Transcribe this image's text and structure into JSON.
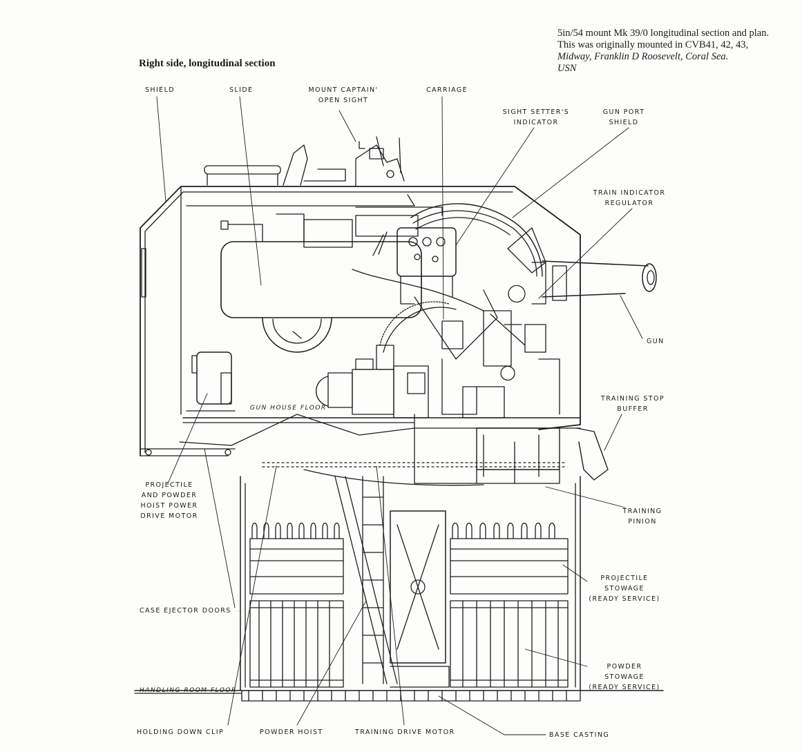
{
  "page_title": "Right side, longitudinal section",
  "caption": {
    "line1": "5in/54 mount Mk 39/0 longitudinal section and plan.",
    "line2": "This was originally mounted in CVB41, 42, 43,",
    "line3": "Midway, Franklin D Roosevelt, Coral Sea.",
    "line4": "USN"
  },
  "labels": {
    "shield": "SHIELD",
    "slide": "SLIDE",
    "mount_captain": "MOUNT CAPTAIN'\nOPEN SIGHT",
    "carriage": "CARRIAGE",
    "sight_setter": "SIGHT SETTER'S\nINDICATOR",
    "gun_port_shield": "GUN PORT\nSHIELD",
    "train_indicator": "TRAIN INDICATOR\nREGULATOR",
    "gun": "GUN",
    "training_stop": "TRAINING STOP\nBUFFER",
    "gun_house_floor": "GUN HOUSE FLOOR",
    "projectile_powder_motor": "PROJECTILE\nAND POWDER\nHOIST POWER\nDRIVE MOTOR",
    "training_pinion": "TRAINING\nPINION",
    "projectile_stowage": "PROJECTILE\nSTOWAGE\n(READY SERVICE)",
    "case_ejector": "CASE EJECTOR DOORS",
    "powder_stowage": "POWDER\nSTOWAGE\n(READY SERVICE)",
    "handling_room_floor": "HANDLING ROOM FLOOR",
    "holding_down_clip": "HOLDING DOWN CLIP",
    "powder_hoist": "POWDER HOIST",
    "training_drive_motor": "TRAINING DRIVE MOTOR",
    "base_casting": "BASE CASTING"
  }
}
